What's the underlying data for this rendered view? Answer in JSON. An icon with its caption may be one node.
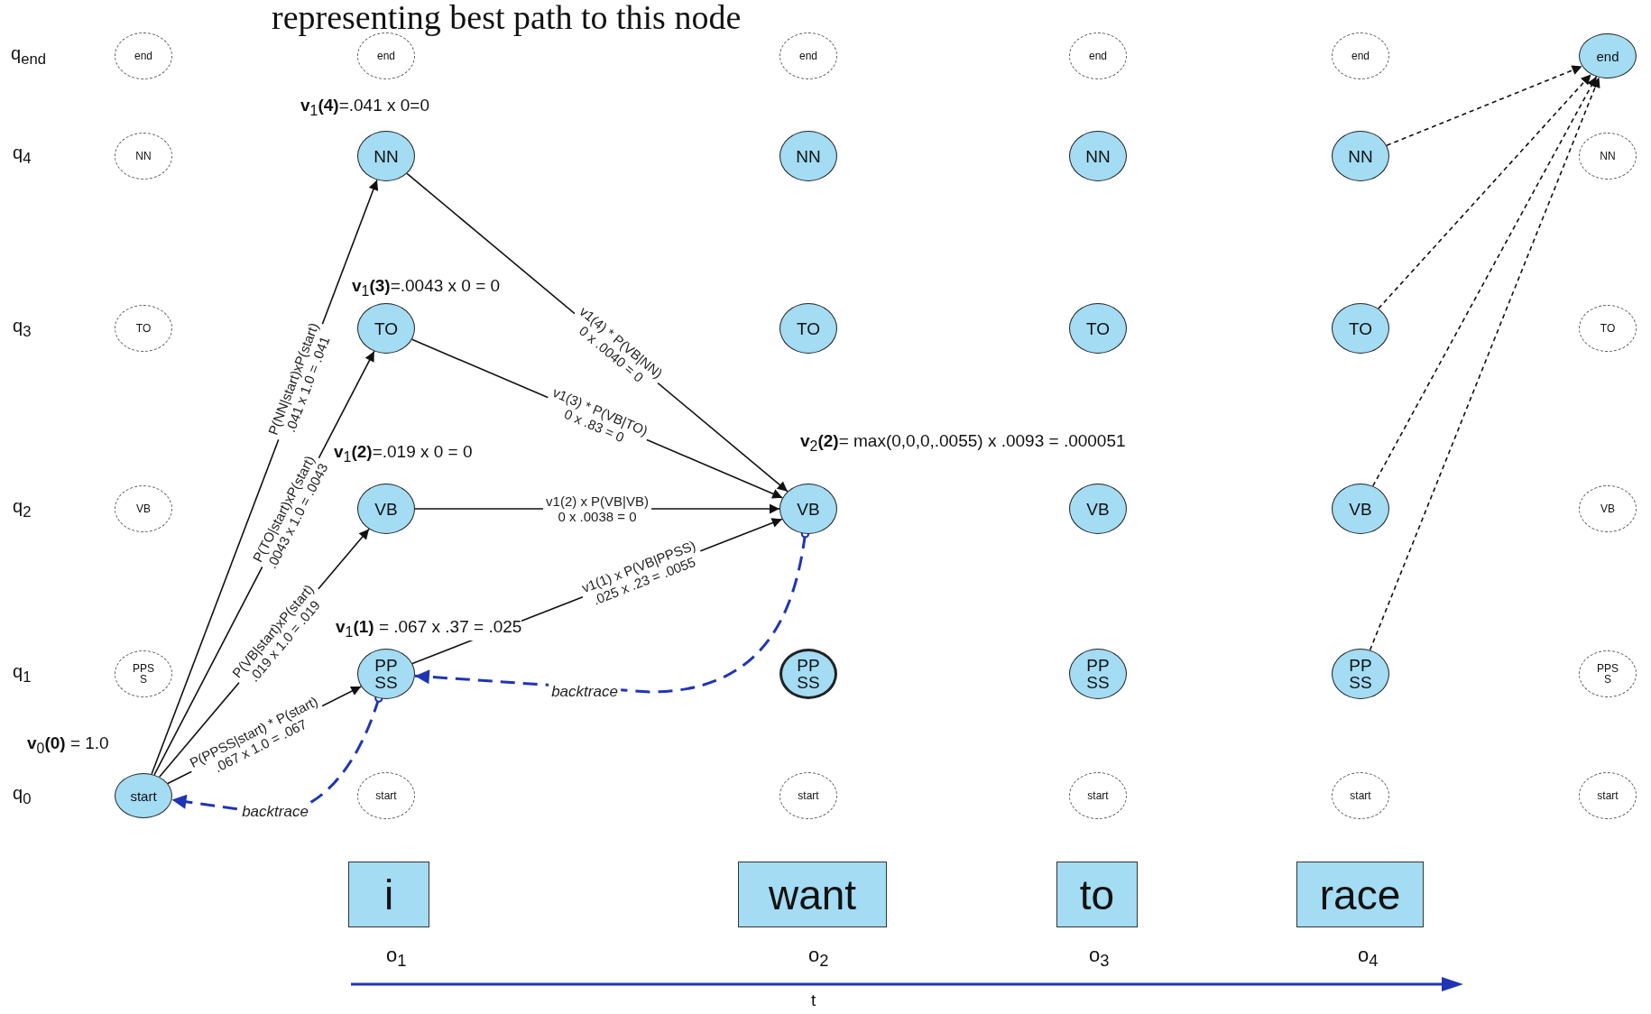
{
  "diagram": {
    "nodes": [
      {
        "text": [
          "end"
        ]
      },
      {
        "text": [
          "end"
        ]
      },
      {
        "text": [
          "end"
        ]
      },
      {
        "text": [
          "end"
        ]
      },
      {
        "text": [
          "end"
        ]
      },
      {
        "text": [
          "end"
        ]
      },
      {
        "text": [
          "NN"
        ]
      },
      {
        "text": [
          "NN"
        ],
        "beside": [
          "**v**$_{1}$**(4)**=.041 x 0=0"
        ]
      },
      {
        "text": [
          "NN"
        ]
      },
      {
        "text": [
          "NN"
        ]
      },
      {
        "text": [
          "NN"
        ]
      },
      {
        "text": [
          "NN"
        ]
      },
      {
        "text": [
          "TO"
        ]
      },
      {
        "text": [
          "TO"
        ],
        "beside": [
          "**v**$_{1}$**(3)**=.0043 x 0 = 0"
        ]
      },
      {
        "text": [
          "TO"
        ]
      },
      {
        "text": [
          "TO"
        ]
      },
      {
        "text": [
          "TO"
        ]
      },
      {
        "text": [
          "TO"
        ]
      },
      {
        "text": [
          "VB"
        ]
      },
      {
        "text": [
          "VB"
        ],
        "beside": [
          "**v**$_{1}$**(2)**=.019 x 0 = 0"
        ]
      },
      {
        "text": [
          "VB"
        ],
        "beside": [
          "**v**$_{2}$**(2)**= max(0,0,0,.0055) x .0093 = .000051"
        ]
      },
      {
        "text": [
          "VB"
        ]
      },
      {
        "text": [
          "VB"
        ]
      },
      {
        "text": [
          "VB"
        ]
      },
      {
        "text": [
          "PPS S"
        ]
      },
      {
        "text": [
          "PP SS"
        ],
        "beside": [
          "**v**$_{1}$**(1)** = .067 x .37 = .025"
        ]
      },
      {
        "text": [
          "PP SS"
        ]
      },
      {
        "text": [
          "PP SS"
        ]
      },
      {
        "text": [
          "PP SS"
        ]
      },
      {
        "text": [
          "PPS S"
        ]
      },
      {
        "text": [
          "start"
        ],
        "beside": [
          "**v**$_{0}$**(0)** = 1.0"
        ]
      },
      {
        "text": [
          "start"
        ]
      },
      {
        "text": [
          "start"
        ]
      },
      {
        "text": [
          "start"
        ]
      },
      {
        "text": [
          "start"
        ]
      },
      {
        "text": [
          "start"
        ]
      },
      {
        "text": [
          "i"
        ]
      },
      {
        "text": [
          "want"
        ]
      },
      {
        "text": [
          "to"
        ]
      },
      {
        "text": [
          "race"
        ]
      }
    ],
    "edges": [
      {
        "from": 30,
        "to": 7,
        "arrow": "to",
        "label": "P(NN|start)xP(start) .041 x 1.0 = .041"
      },
      {
        "from": 30,
        "to": 13,
        "arrow": "to",
        "label": "P(TO|start)xP(start) .0043 x 1.0 = .0043"
      },
      {
        "from": 30,
        "to": 19,
        "arrow": "to",
        "label": "P(VB|start)xP(start) .019 x 1.0 = .019"
      },
      {
        "from": 30,
        "to": 25,
        "arrow": "to",
        "label": "P(PPSS|start) * P(start) .067 x 1.0 = .067"
      },
      {
        "from": 7,
        "to": 20,
        "arrow": "to",
        "label": "v1(4) * P(VB|NN) 0 x .0040 = 0"
      },
      {
        "from": 13,
        "to": 20,
        "arrow": "to",
        "label": "v1(3) * P(VB|TO) 0 x .83 = 0"
      },
      {
        "from": 19,
        "to": 20,
        "arrow": "to",
        "label": "v1(2) x P(VB|VB) 0 x .0038 = 0"
      },
      {
        "from": 25,
        "to": 20,
        "arrow": "to",
        "label": "v1(1) x P(VB|PPSS) .025 x .23 = .0055"
      },
      {
        "from": 20,
        "to": 25,
        "arrow": "to",
        "label": "backtrace",
        "style": "dashed",
        "color": "#1f35b5"
      },
      {
        "from": 25,
        "to": 30,
        "arrow": "to",
        "label": "backtrace",
        "style": "dashed",
        "color": "#1f35b5"
      },
      {
        "from": 10,
        "to": 5,
        "arrow": "to",
        "style": "dashed"
      },
      {
        "from": 16,
        "to": 5,
        "arrow": "to",
        "style": "dashed"
      },
      {
        "from": 22,
        "to": 5,
        "arrow": "to",
        "style": "dashed"
      },
      {
        "from": 28,
        "to": 5,
        "arrow": "to",
        "style": "dashed"
      }
    ],
    "labels": [
      "q$_{end}$",
      "representing best path to this node",
      "q$_{4}$",
      "q$_{3}$",
      "q$_{2}$",
      "q$_{1}$",
      "q$_{0}$",
      "o$_{1}$",
      "o$_{2}$",
      "o$_{3}$",
      "o$_{4}$",
      "t"
    ]
  }
}
